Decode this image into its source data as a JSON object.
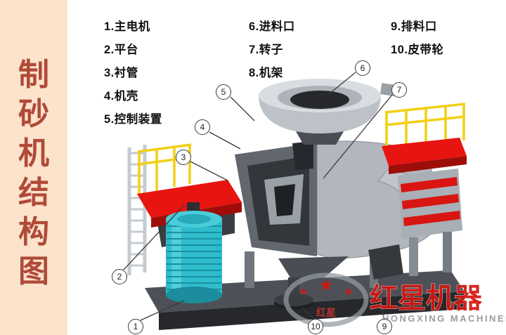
{
  "page_title": {
    "chars": [
      "制",
      "砂",
      "机",
      "结",
      "构",
      "图"
    ]
  },
  "legend": {
    "columns": [
      {
        "items": [
          "1.主电机",
          "2.平台",
          "3.衬管",
          "4.机壳",
          "5.控制装置"
        ]
      },
      {
        "items": [
          "6.进料口",
          "7.转子",
          "8.机架"
        ]
      },
      {
        "items": [
          "9.排料口",
          "10.皮带轮"
        ]
      }
    ]
  },
  "callouts": {
    "c1": "1",
    "c2": "2",
    "c3": "3",
    "c4": "4",
    "c5": "5",
    "c6": "6",
    "c7": "7",
    "c9": "9",
    "c10": "10"
  },
  "watermark": {
    "brand": "红星机器",
    "brand_en": "HONGXING MACHINERY",
    "logo_text": "红星",
    "star": "★"
  },
  "colors": {
    "background": "#fbe3cc",
    "title_red": "#b04a38",
    "accent_red": "#e8140f",
    "motor_cyan": "#2fbccd",
    "railing_yellow": "#f2cf12",
    "brand_red": "#d3150f"
  }
}
